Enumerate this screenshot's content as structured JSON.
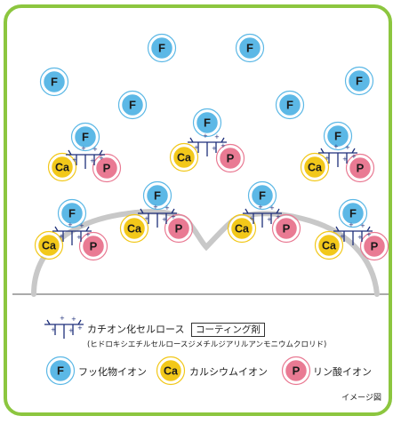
{
  "ions": {
    "fluoride_symbol": "F",
    "calcium_symbol": "Ca",
    "phosphate_symbol": "P"
  },
  "colors": {
    "frame": "#8cc63f",
    "fluoride_fill": "#5cb8e6",
    "calcium_fill": "#f2c81a",
    "phosphate_fill": "#e97a93",
    "tooth_outline": "#c8c8c8",
    "polymer": "#1e2f7a"
  },
  "legend": {
    "polymer_label": "カチオン化セルロース",
    "coating_badge": "コーティング剤",
    "polymer_chemical_name": "(ヒドロキシエチルセルロースジメチルジアリルアンモニウムクロリド)",
    "fluoride_label": "フッ化物イオン",
    "calcium_label": "カルシウムイオン",
    "phosphate_label": "リン酸イオン"
  },
  "caption": "イメージ図"
}
